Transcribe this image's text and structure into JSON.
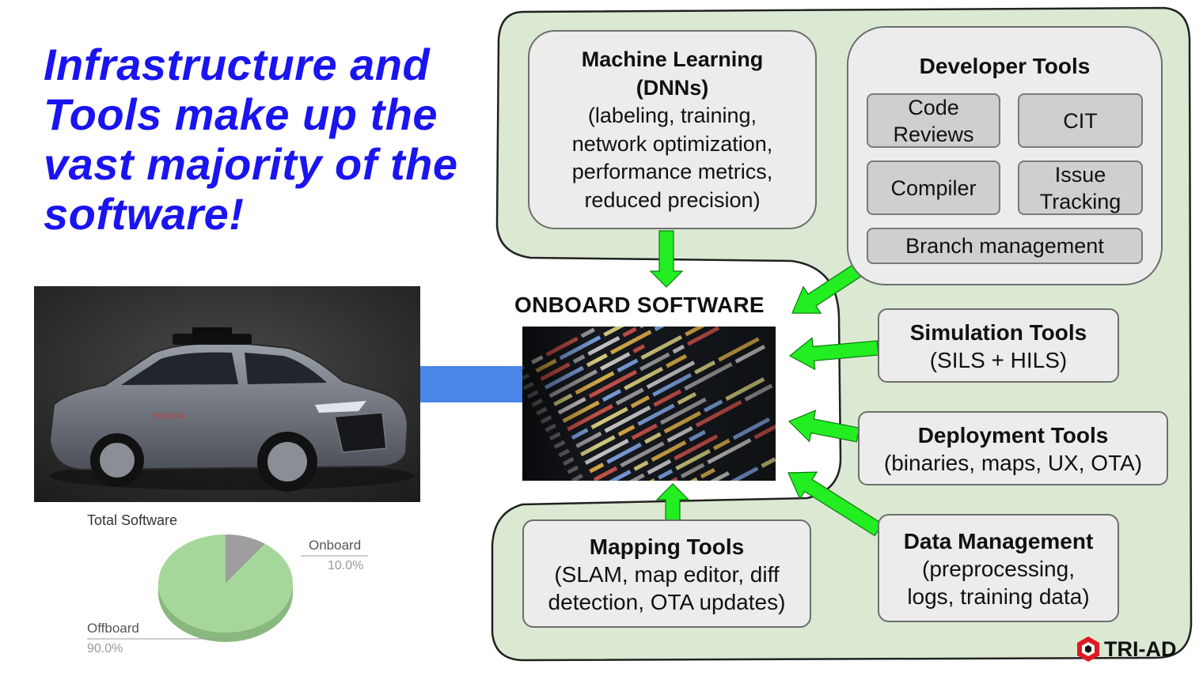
{
  "headline": {
    "lines": [
      "Infrastructure and",
      "Tools make up the",
      "vast majority of the",
      "software!"
    ]
  },
  "machine_learning": {
    "title_line1": "Machine Learning",
    "title_line2": "(DNNs)",
    "desc": [
      "(labeling, training,",
      "network optimization,",
      "performance metrics,",
      "reduced precision)"
    ]
  },
  "developer_tools": {
    "title": "Developer Tools",
    "items": [
      {
        "label": "Code Reviews"
      },
      {
        "label": "CIT"
      },
      {
        "label": "Compiler"
      },
      {
        "label": "Issue Tracking"
      },
      {
        "label": "Branch management"
      }
    ]
  },
  "onboard": {
    "title": "ONBOARD SOFTWARE"
  },
  "simulation": {
    "title": "Simulation Tools",
    "desc": "(SILS + HILS)"
  },
  "deployment": {
    "title": "Deployment Tools",
    "desc": "(binaries, maps, UX, OTA)"
  },
  "mapping": {
    "title": "Mapping Tools",
    "desc": [
      "(SLAM, map editor, diff",
      "detection, OTA updates)"
    ]
  },
  "data_management": {
    "title": "Data Management",
    "desc": [
      "(preprocessing,",
      "logs, training data)"
    ]
  },
  "pie": {
    "title": "Total Software",
    "slices": [
      {
        "label": "Onboard",
        "value": 10.0,
        "display": "10.0%",
        "color": "#9e9e9e"
      },
      {
        "label": "Offboard",
        "value": 90.0,
        "display": "90.0%",
        "color": "#a6d79a"
      }
    ]
  },
  "logo": {
    "text": "TRI-AD"
  },
  "colors": {
    "headline": "#1a14f0",
    "region_fill": "#dbe9d3",
    "arrow_green": "#22ee22",
    "arrow_blue": "#4a86e8"
  },
  "icons": {
    "code_image": "code-screen",
    "car_image": "autonomous-car",
    "logo_mark": "hexagon-logo"
  }
}
